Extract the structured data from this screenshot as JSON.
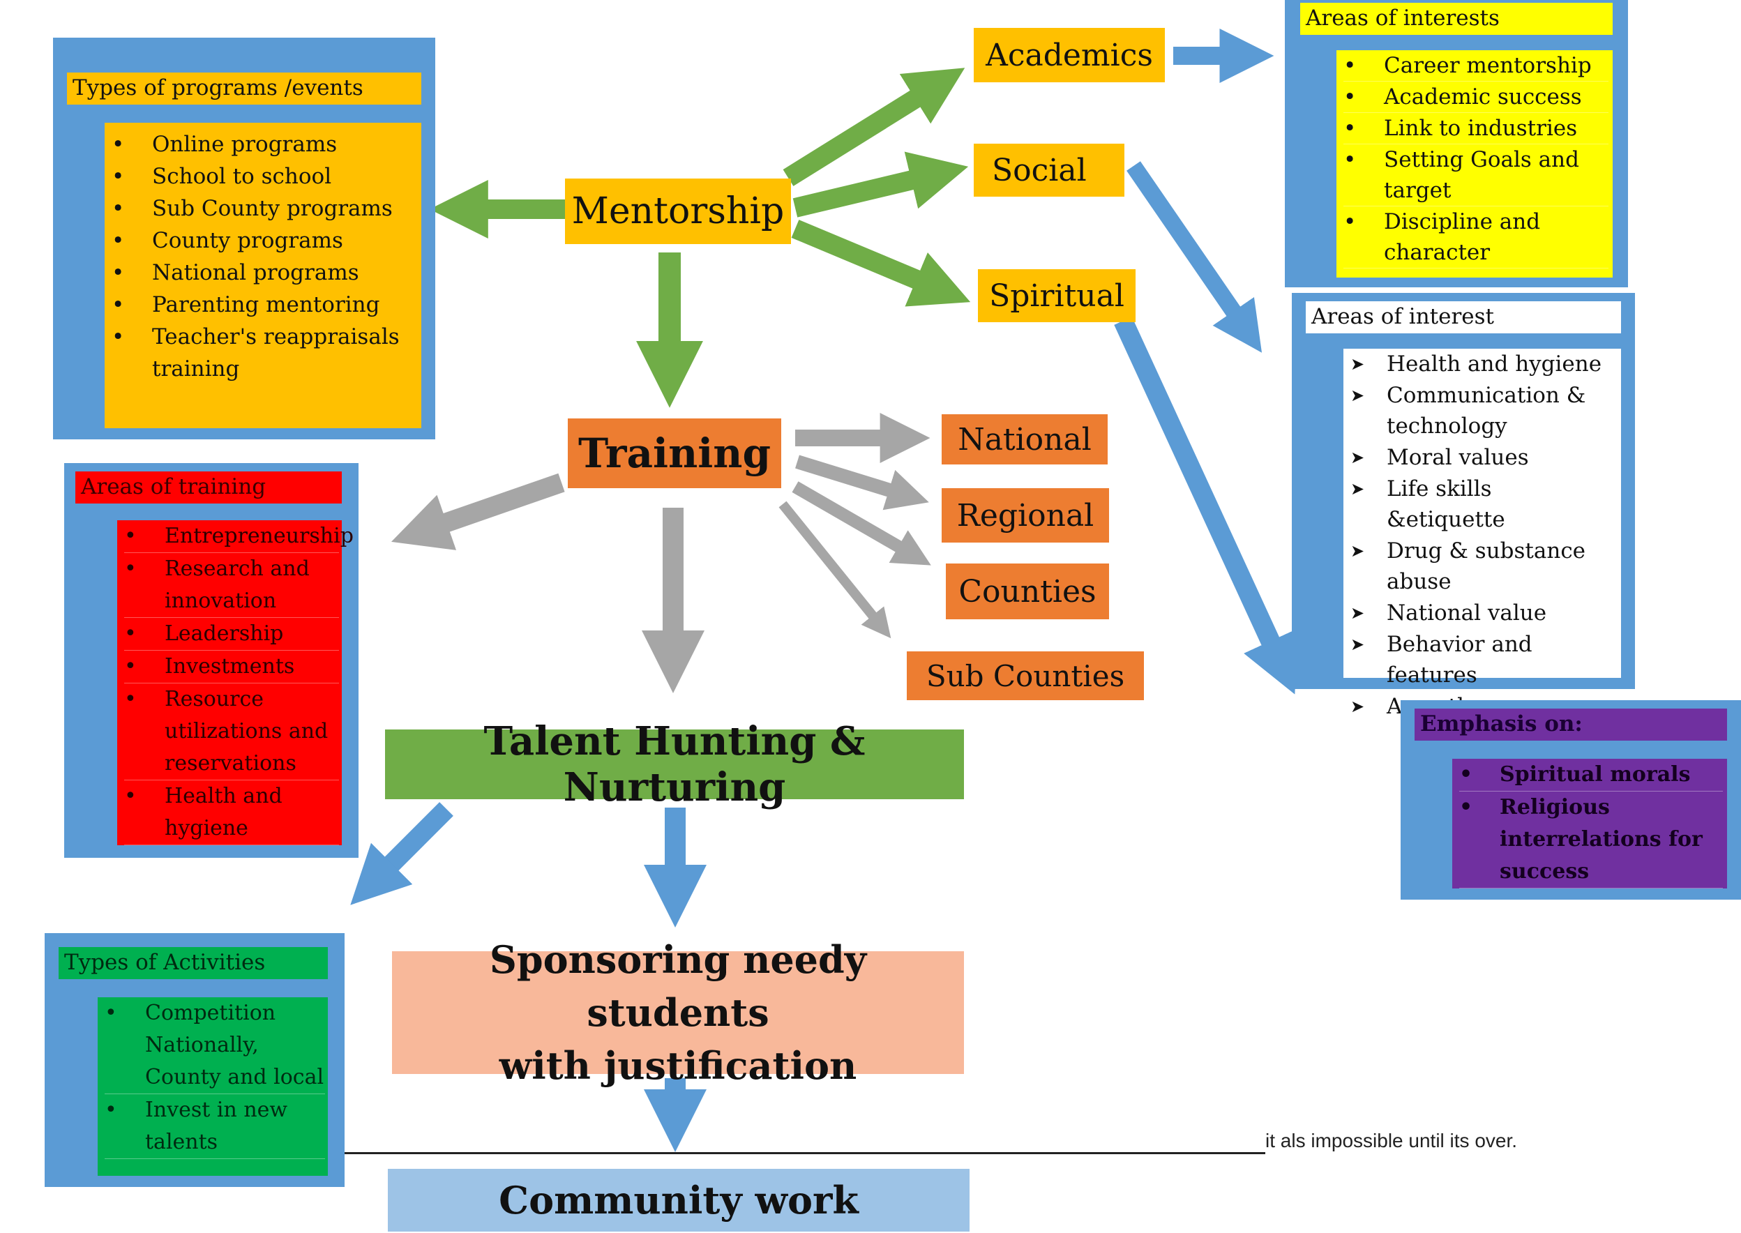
{
  "colors": {
    "frame_blue": "#5b9bd5",
    "green": "#70ad47",
    "gold": "#ffc000",
    "orange": "#ed7d31",
    "red": "#ff0000",
    "yellow": "#ffff00",
    "purple": "#7030a0",
    "dark_green": "#00b050",
    "salmon": "#f8b89a",
    "light_blue": "#9dc3e6",
    "gray_arrow": "#a6a6a6"
  },
  "nodes": {
    "mentorship": "Mentorship",
    "academics": "Academics",
    "social": "Social",
    "spiritual": "Spiritual",
    "training": "Training",
    "national": "National",
    "regional": "Regional",
    "counties": "Counties",
    "sub_counties": "Sub Counties",
    "talent": "Talent Hunting & Nurturing",
    "sponsoring_line1": "Sponsoring needy students",
    "sponsoring_line2": "with justification",
    "community": "Community work"
  },
  "programs": {
    "header": "Types of programs /events",
    "items": [
      "Online programs",
      "School to school",
      "Sub County programs",
      "County programs",
      "National programs",
      "Parenting mentoring",
      "Teacher's reappraisals training"
    ]
  },
  "academics_interests": {
    "header": "Areas of interests",
    "items": [
      "Career mentorship",
      "Academic success",
      "Link to industries",
      "Setting Goals and target",
      "Discipline and character"
    ]
  },
  "social_interests": {
    "header": "Areas of interest",
    "items": [
      "Health and hygiene",
      "Communication & technology",
      "Moral values",
      "Life skills &etiquette",
      "Drug & substance abuse",
      "National value",
      "Behavior and features",
      "Any other"
    ]
  },
  "training_areas": {
    "header": "Areas of training",
    "items": [
      "Entrepreneurship",
      "Research and innovation",
      "Leadership",
      "Investments",
      "Resource utilizations and reservations",
      "Health and hygiene"
    ]
  },
  "spiritual_emphasis": {
    "header": "Emphasis on:",
    "items": [
      "Spiritual morals",
      "Religious interrelations for success"
    ]
  },
  "activities": {
    "header": "Types of Activities",
    "items": [
      "Competition Nationally, County and local",
      "Invest in new talents"
    ]
  },
  "footnote": "it als impossible until its over.",
  "icons": {
    "bullet": "bullet-dot-icon",
    "chevron": "chevron-right-icon"
  }
}
